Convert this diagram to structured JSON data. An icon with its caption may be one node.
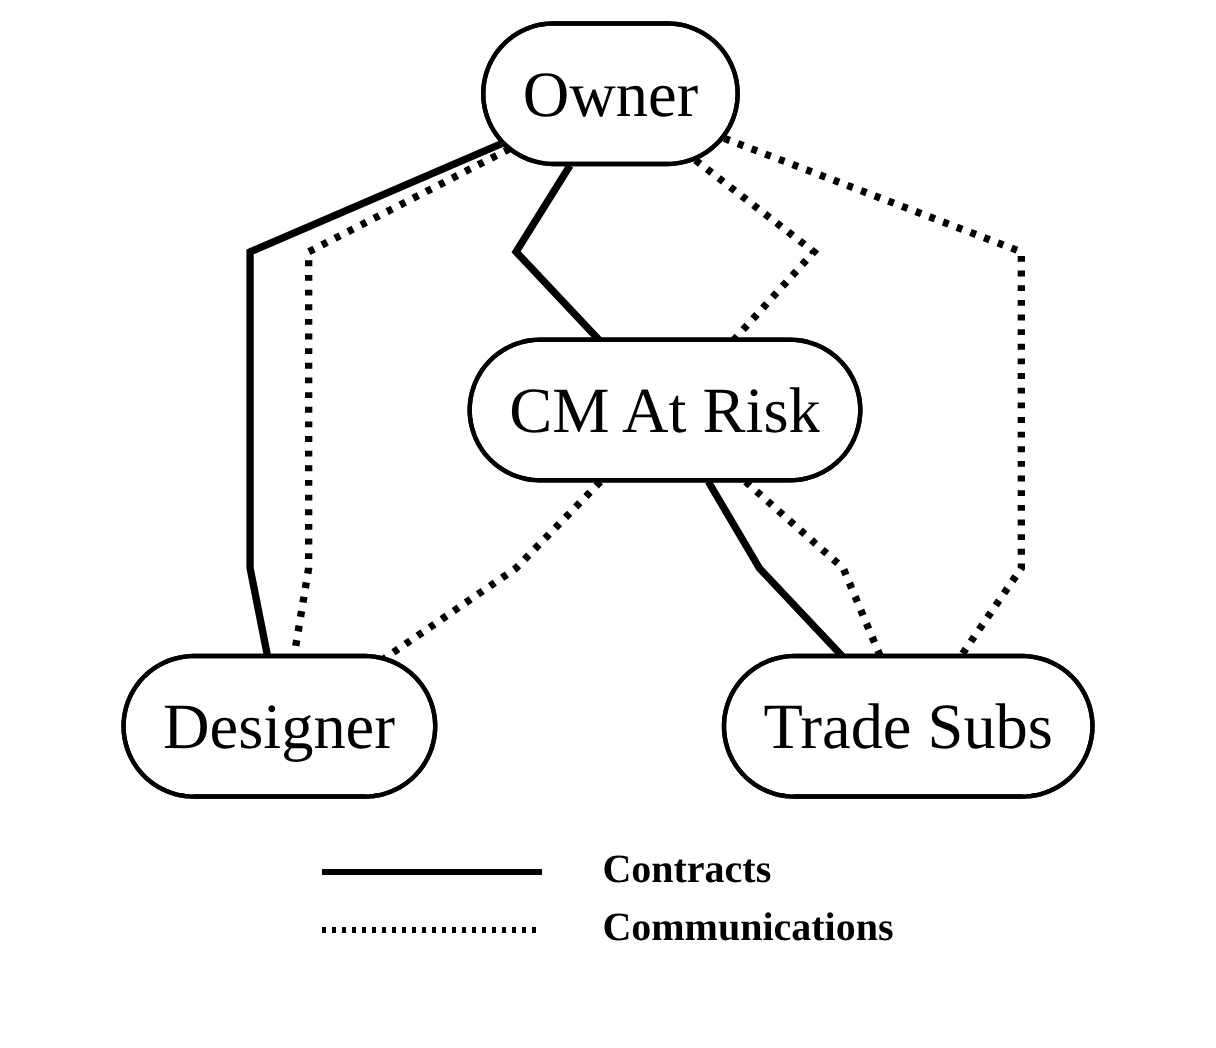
{
  "diagram": {
    "nodes": [
      {
        "text": [
          "Owner"
        ]
      },
      {
        "text": [
          "CM At Risk"
        ]
      },
      {
        "text": [
          "Designer"
        ]
      },
      {
        "text": [
          "Trade Subs"
        ]
      }
    ],
    "edges": [
      {
        "from": 0,
        "to": 2,
        "arrow": "none"
      },
      {
        "from": 0,
        "to": 2,
        "arrow": "none",
        "style": "dashed"
      },
      {
        "from": 0,
        "to": 1,
        "arrow": "none"
      },
      {
        "from": 0,
        "to": 1,
        "arrow": "none",
        "style": "dashed"
      },
      {
        "from": 0,
        "to": 3,
        "arrow": "none",
        "style": "dashed"
      },
      {
        "from": 1,
        "to": 2,
        "arrow": "none",
        "style": "dashed"
      },
      {
        "from": 1,
        "to": 3,
        "arrow": "none"
      },
      {
        "from": 1,
        "to": 3,
        "arrow": "none",
        "style": "dashed"
      }
    ],
    "legend": [
      {
        "text": "Contracts"
      },
      {
        "text": "Communications"
      }
    ]
  }
}
